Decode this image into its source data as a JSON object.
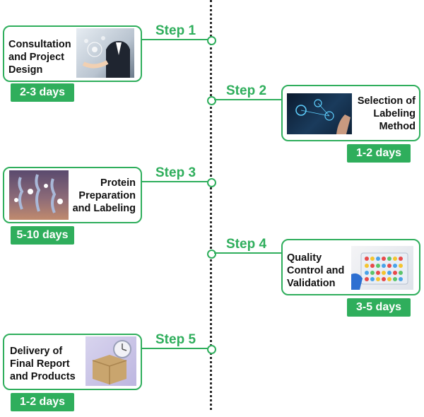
{
  "accent_color": "#2fae5c",
  "steps": [
    {
      "label": "Step 1",
      "title": "Consultation\nand Project\nDesign",
      "duration": "2-3 days",
      "icon": "business-person-hologram-image"
    },
    {
      "label": "Step 2",
      "title": "Selection of\nLabeling\nMethod",
      "duration": "1-2 days",
      "icon": "digital-interface-touch-image"
    },
    {
      "label": "Step 3",
      "title": "Protein\nPreparation\nand Labeling",
      "duration": "5-10 days",
      "icon": "labeled-protein-molecules-image"
    },
    {
      "label": "Step 4",
      "title": "Quality\nControl and\nValidation",
      "duration": "3-5 days",
      "icon": "well-plate-samples-image"
    },
    {
      "label": "Step 5",
      "title": "Delivery of\nFinal Report\nand Products",
      "duration": "1-2 days",
      "icon": "package-delivery-clock-image"
    }
  ]
}
